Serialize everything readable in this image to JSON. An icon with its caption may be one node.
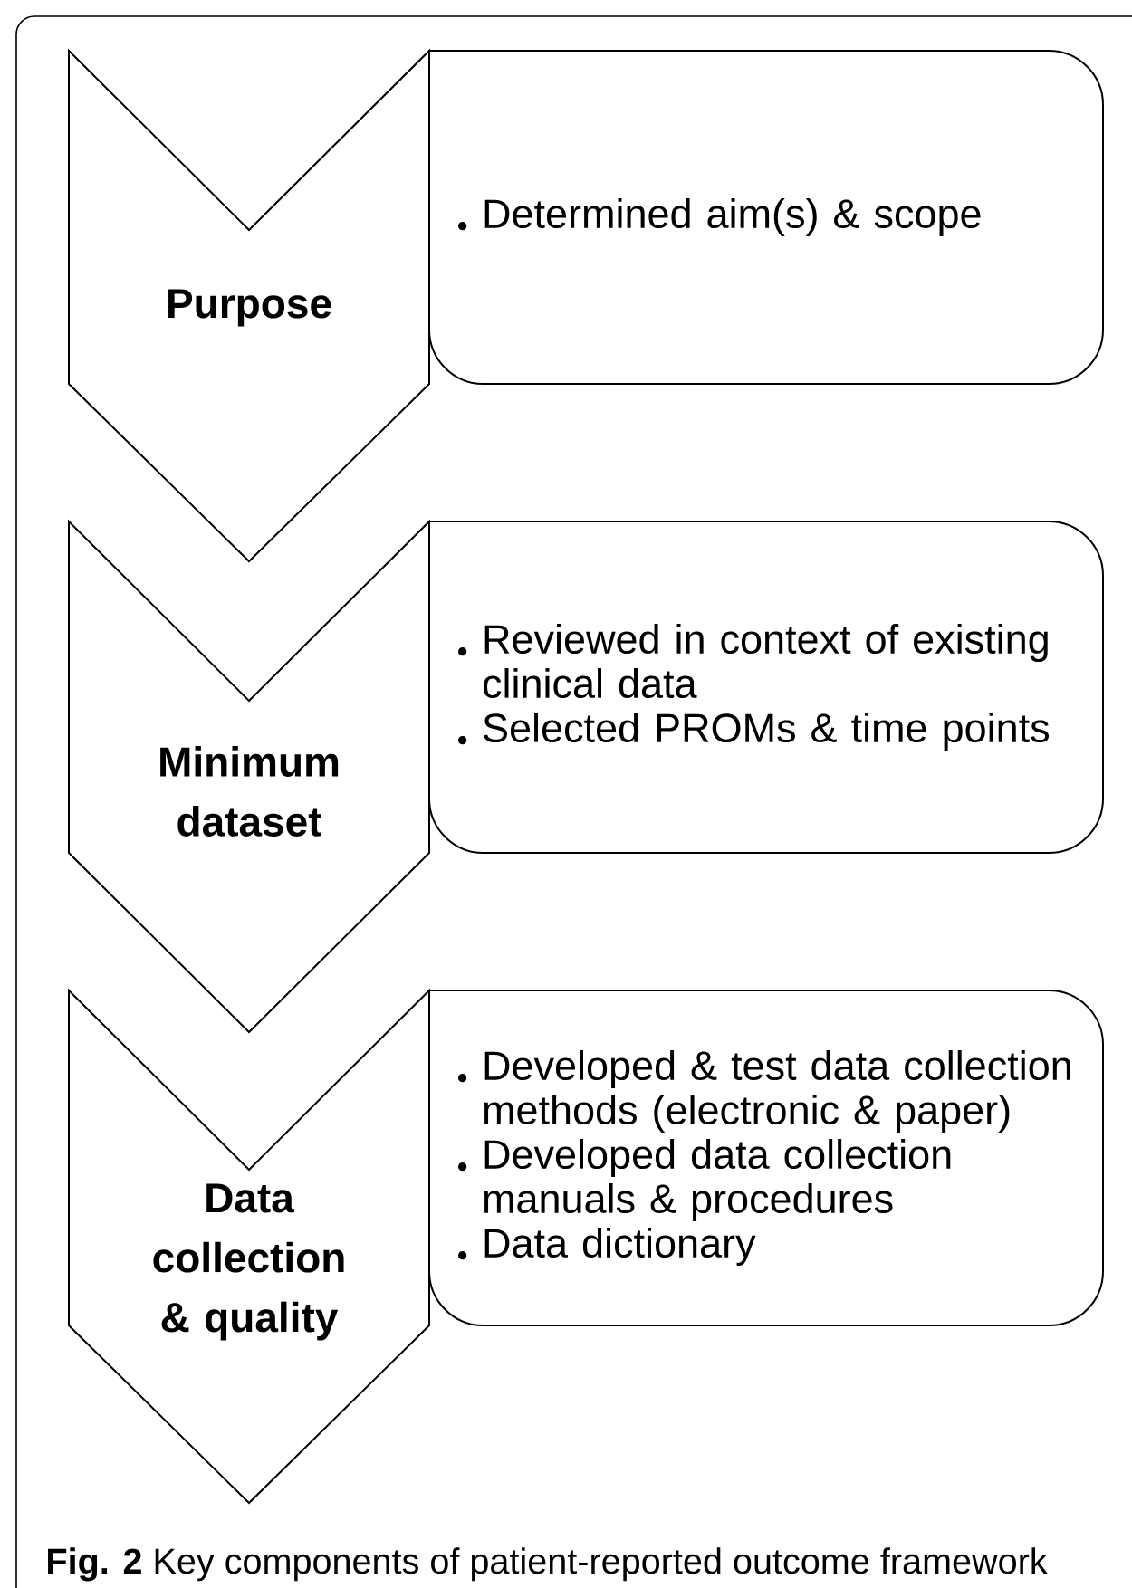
{
  "diagram": {
    "caption": "**Fig. 2** Key components of patient-reported outcome framework",
    "nodes": [
      {
        "text": [
          "Purpose"
        ]
      },
      {
        "text": [
          "Determined aim(s) & scope"
        ]
      },
      {
        "text": [
          "Minimum dataset"
        ]
      },
      {
        "text": [
          "Reviewed in context of existing clinical data",
          "Selected PROMs & time points"
        ]
      },
      {
        "text": [
          "Data collection & quality"
        ]
      },
      {
        "text": [
          "Developed & test data collection methods (electronic & paper)",
          "Developed data collection manuals & procedures",
          "Data dictionary"
        ]
      }
    ]
  }
}
